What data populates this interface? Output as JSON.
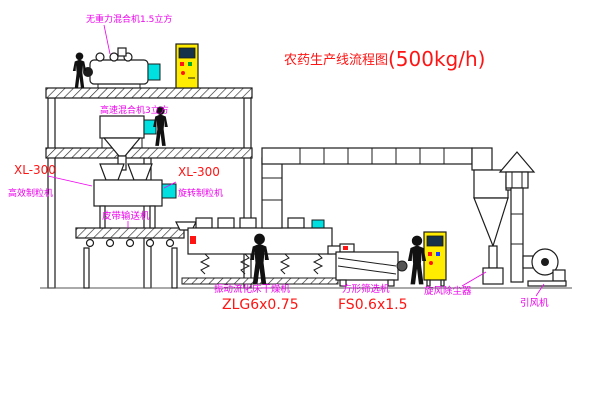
{
  "title": {
    "text": "农药生产线流程图",
    "capacity": "(500kg/h)"
  },
  "equipment_labels": {
    "top_mixer": "无重力混合机1.5立方",
    "high_speed_mixer": "高速混合机3立方",
    "granulator_left": {
      "model": "XL-300",
      "name": "高效制粒机"
    },
    "granulator_right": {
      "model": "XL-300",
      "name": "旋转制粒机"
    },
    "belt_conveyor": "皮带输送机",
    "fluid_bed_dryer": {
      "name": "振动流化床干燥机",
      "model": "ZLG6x0.75"
    },
    "square_sieve": {
      "name": "方形筛选机",
      "model": "FS0.6x1.5"
    },
    "cyclone_dust_collector": "旋风除尘器",
    "induced_draft_fan": "引风机"
  },
  "colors": {
    "label_magenta": "#ee00ee",
    "model_red": "#ff1414",
    "panel_yellow": "#ffec00",
    "accent_cyan": "#00e0e0",
    "line_black": "#1c1c1c",
    "background": "#ffffff"
  }
}
